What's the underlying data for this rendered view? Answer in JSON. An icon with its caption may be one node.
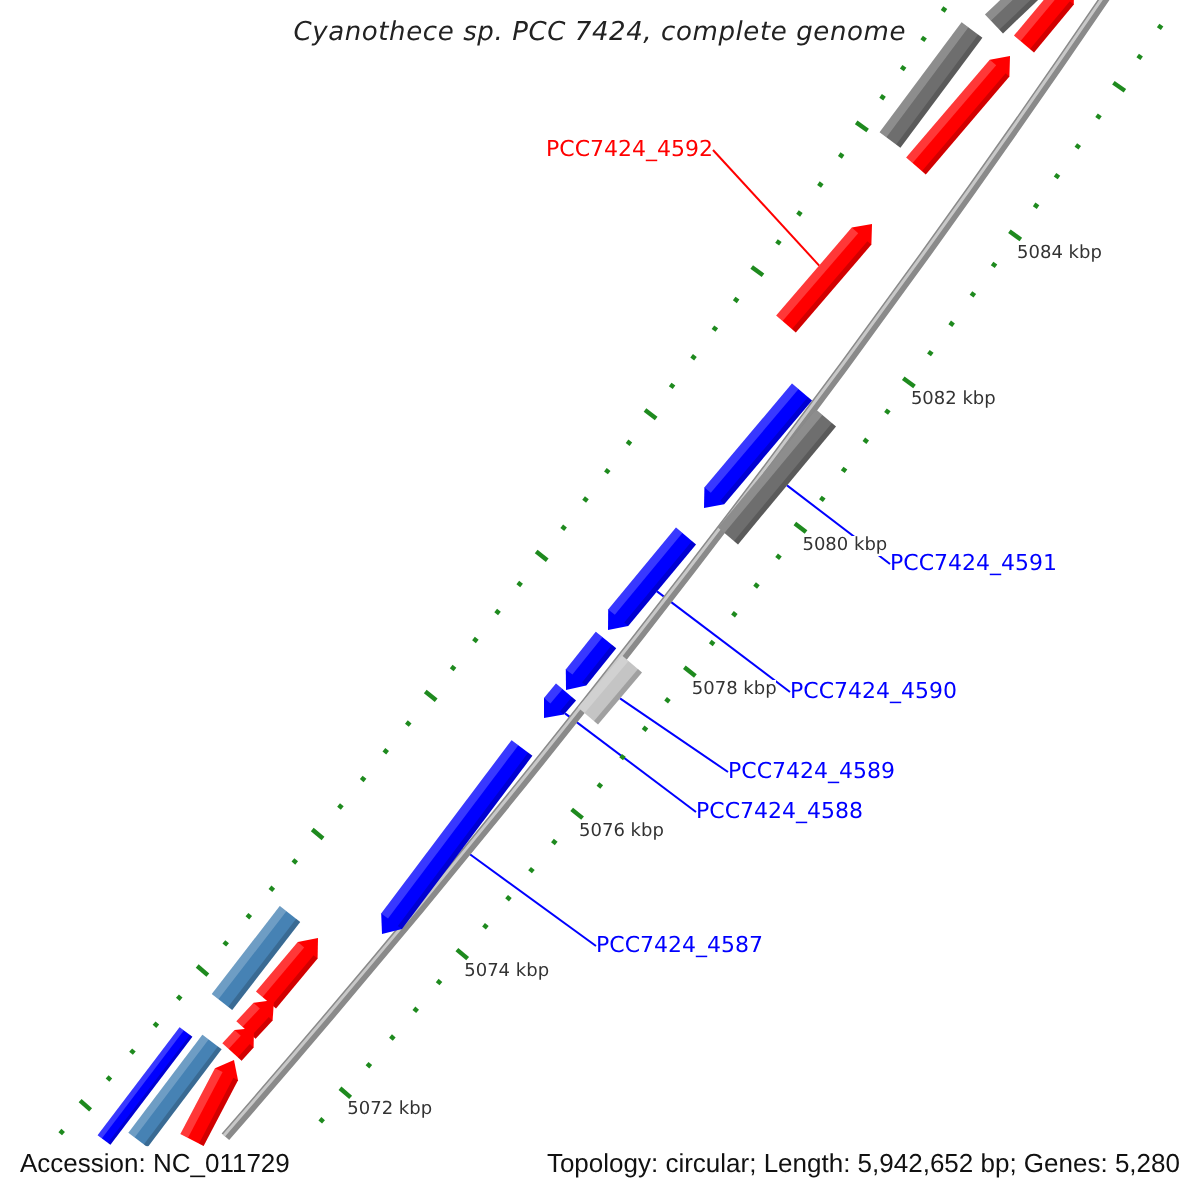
{
  "diagram": {
    "title": "Cyanothece sp. PCC 7424, complete genome",
    "nodes": [
      {
        "text": [
          "PCC7424_4592"
        ]
      },
      {
        "text": [
          "PCC7424_4591"
        ]
      },
      {
        "text": [
          "PCC7424_4590"
        ]
      },
      {
        "text": [
          "PCC7424_4589"
        ]
      },
      {
        "text": [
          "PCC7424_4588"
        ]
      },
      {
        "text": [
          "PCC7424_4587"
        ]
      },
      {
        "text": [],
        "shape": "bar"
      },
      {
        "text": [],
        "shape": "arrow"
      },
      {
        "text": [],
        "shape": "bar"
      },
      {
        "text": [],
        "shape": "arrow"
      },
      {
        "text": [],
        "shape": "arrow"
      },
      {
        "text": [],
        "shape": "arrow"
      },
      {
        "text": [],
        "shape": "bar"
      },
      {
        "text": [],
        "shape": "arrow"
      },
      {
        "text": [],
        "shape": "arrow"
      },
      {
        "text": [],
        "shape": "bar"
      },
      {
        "text": [],
        "shape": "arrow"
      },
      {
        "text": [],
        "shape": "arrow"
      },
      {
        "text": [],
        "shape": "bar"
      },
      {
        "text": [],
        "shape": "arrow"
      },
      {
        "text": [],
        "shape": "arrow"
      },
      {
        "text": [],
        "shape": "bar"
      },
      {
        "text": [],
        "shape": "arrow"
      },
      {
        "text": [],
        "shape": "bar"
      },
      {
        "text": [],
        "shape": "arrow"
      }
    ],
    "edges": [
      {
        "from": 0,
        "to": 10,
        "arrow": "none",
        "color": "#ff0000"
      },
      {
        "from": 1,
        "to": 12,
        "arrow": "none"
      },
      {
        "from": 2,
        "to": 13,
        "arrow": "none"
      },
      {
        "from": 3,
        "to": 15,
        "arrow": "none"
      },
      {
        "from": 4,
        "to": 16,
        "arrow": "none"
      },
      {
        "from": 5,
        "to": 17,
        "arrow": "none"
      }
    ],
    "labels": [
      "5084 kbp",
      "5082 kbp",
      "5080 kbp",
      "5078 kbp",
      "5076 kbp",
      "5074 kbp",
      "5072 kbp",
      "Accession: NC_011729",
      "Topology: circular; Length: 5,942,652 bp; Genes: 5,280"
    ]
  }
}
